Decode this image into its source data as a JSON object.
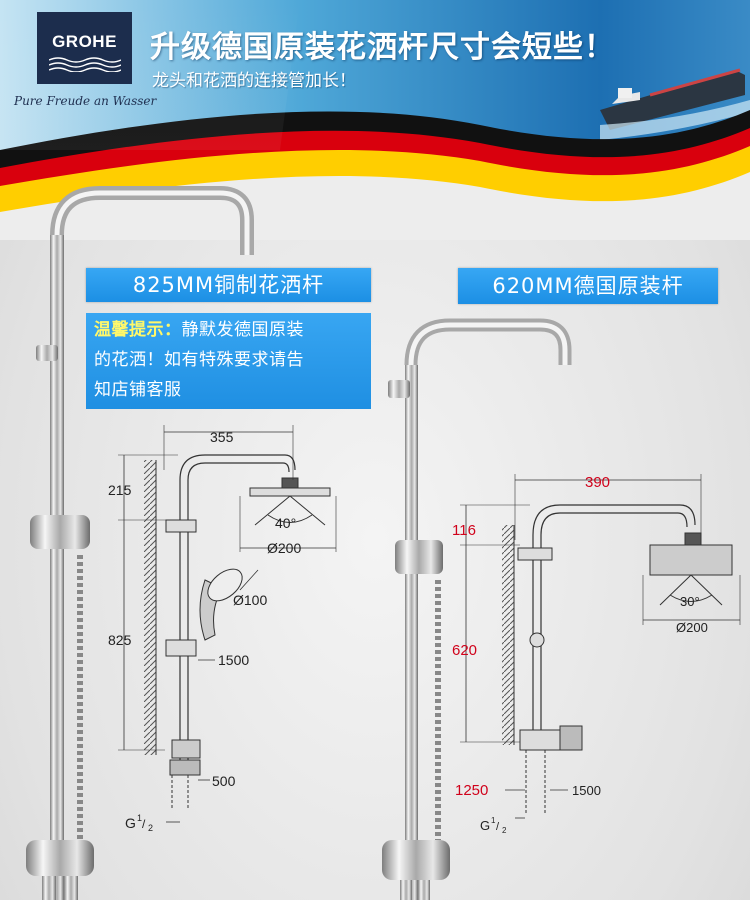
{
  "brand": {
    "logo_text": "GROHE",
    "tagline": "Pure Freude an Wasser"
  },
  "headline": "升级德国原装花洒杆尺寸会短些！",
  "subheadline": "龙头和花洒的连接管加长！",
  "left_label": "825MM铜制花洒杆",
  "right_label": "620MM德国原装杆",
  "tip": {
    "title": "温馨提示：",
    "body_line1": "静默发德国原装",
    "body_line2": "的花洒！如有特殊要求请告",
    "body_line3": "知店铺客服"
  },
  "left_diagram": {
    "width_355": "355",
    "height_215": "215",
    "angle": "40°",
    "head_dia": "Ø200",
    "hand_dia": "Ø100",
    "hose": "1500",
    "bar": "825",
    "inlet": "500",
    "thread": "G",
    "thread_sup": "1",
    "thread_sub": "2"
  },
  "right_diagram": {
    "width_390": "390",
    "height_116": "116",
    "bar": "620",
    "angle": "30°",
    "head_dia": "Ø200",
    "inlet": "1250",
    "hose": "1500",
    "thread": "G",
    "thread_sup": "1",
    "thread_sub": "2"
  },
  "colors": {
    "logo_bg": "#1c2d4d",
    "label_bg": "#2b9cef",
    "tip_title": "#fff86a",
    "red_dim": "#d0021b",
    "flag_black": "#111111",
    "flag_red": "#d9000d",
    "flag_gold": "#ffce00"
  }
}
